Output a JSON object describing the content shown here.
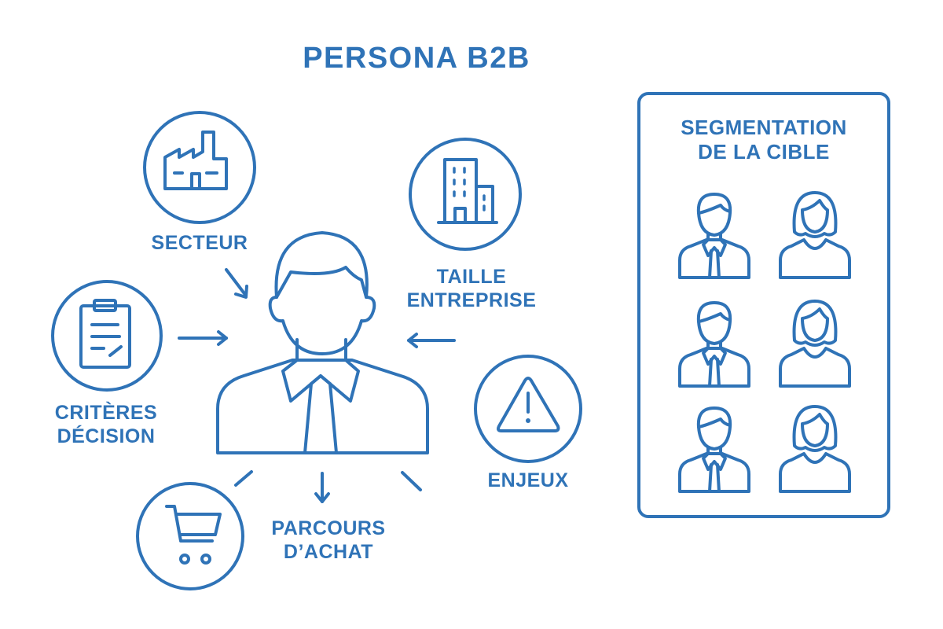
{
  "title": "PERSONA B2B",
  "central_figure": {
    "icon": "businessman-icon"
  },
  "nodes": [
    {
      "id": "secteur",
      "label": "SECTEUR",
      "icon": "factory-icon"
    },
    {
      "id": "taille",
      "label": "TAILLE\nENTREPRISE",
      "icon": "building-icon"
    },
    {
      "id": "criteres",
      "label": "CRITÈRES\nDÉCISION",
      "icon": "clipboard-icon"
    },
    {
      "id": "enjeux",
      "label": "ENJEUX",
      "icon": "warning-icon"
    },
    {
      "id": "parcours",
      "label": "PARCOURS\nD’ACHAT",
      "icon": "shopping-cart-icon"
    }
  ],
  "segmentation": {
    "title": "SEGMENTATION\nDE LA CIBLE",
    "personas": [
      "male",
      "female",
      "male",
      "female",
      "male",
      "female"
    ]
  },
  "colors": {
    "accent": "#2f73b7",
    "background": "#ffffff"
  }
}
